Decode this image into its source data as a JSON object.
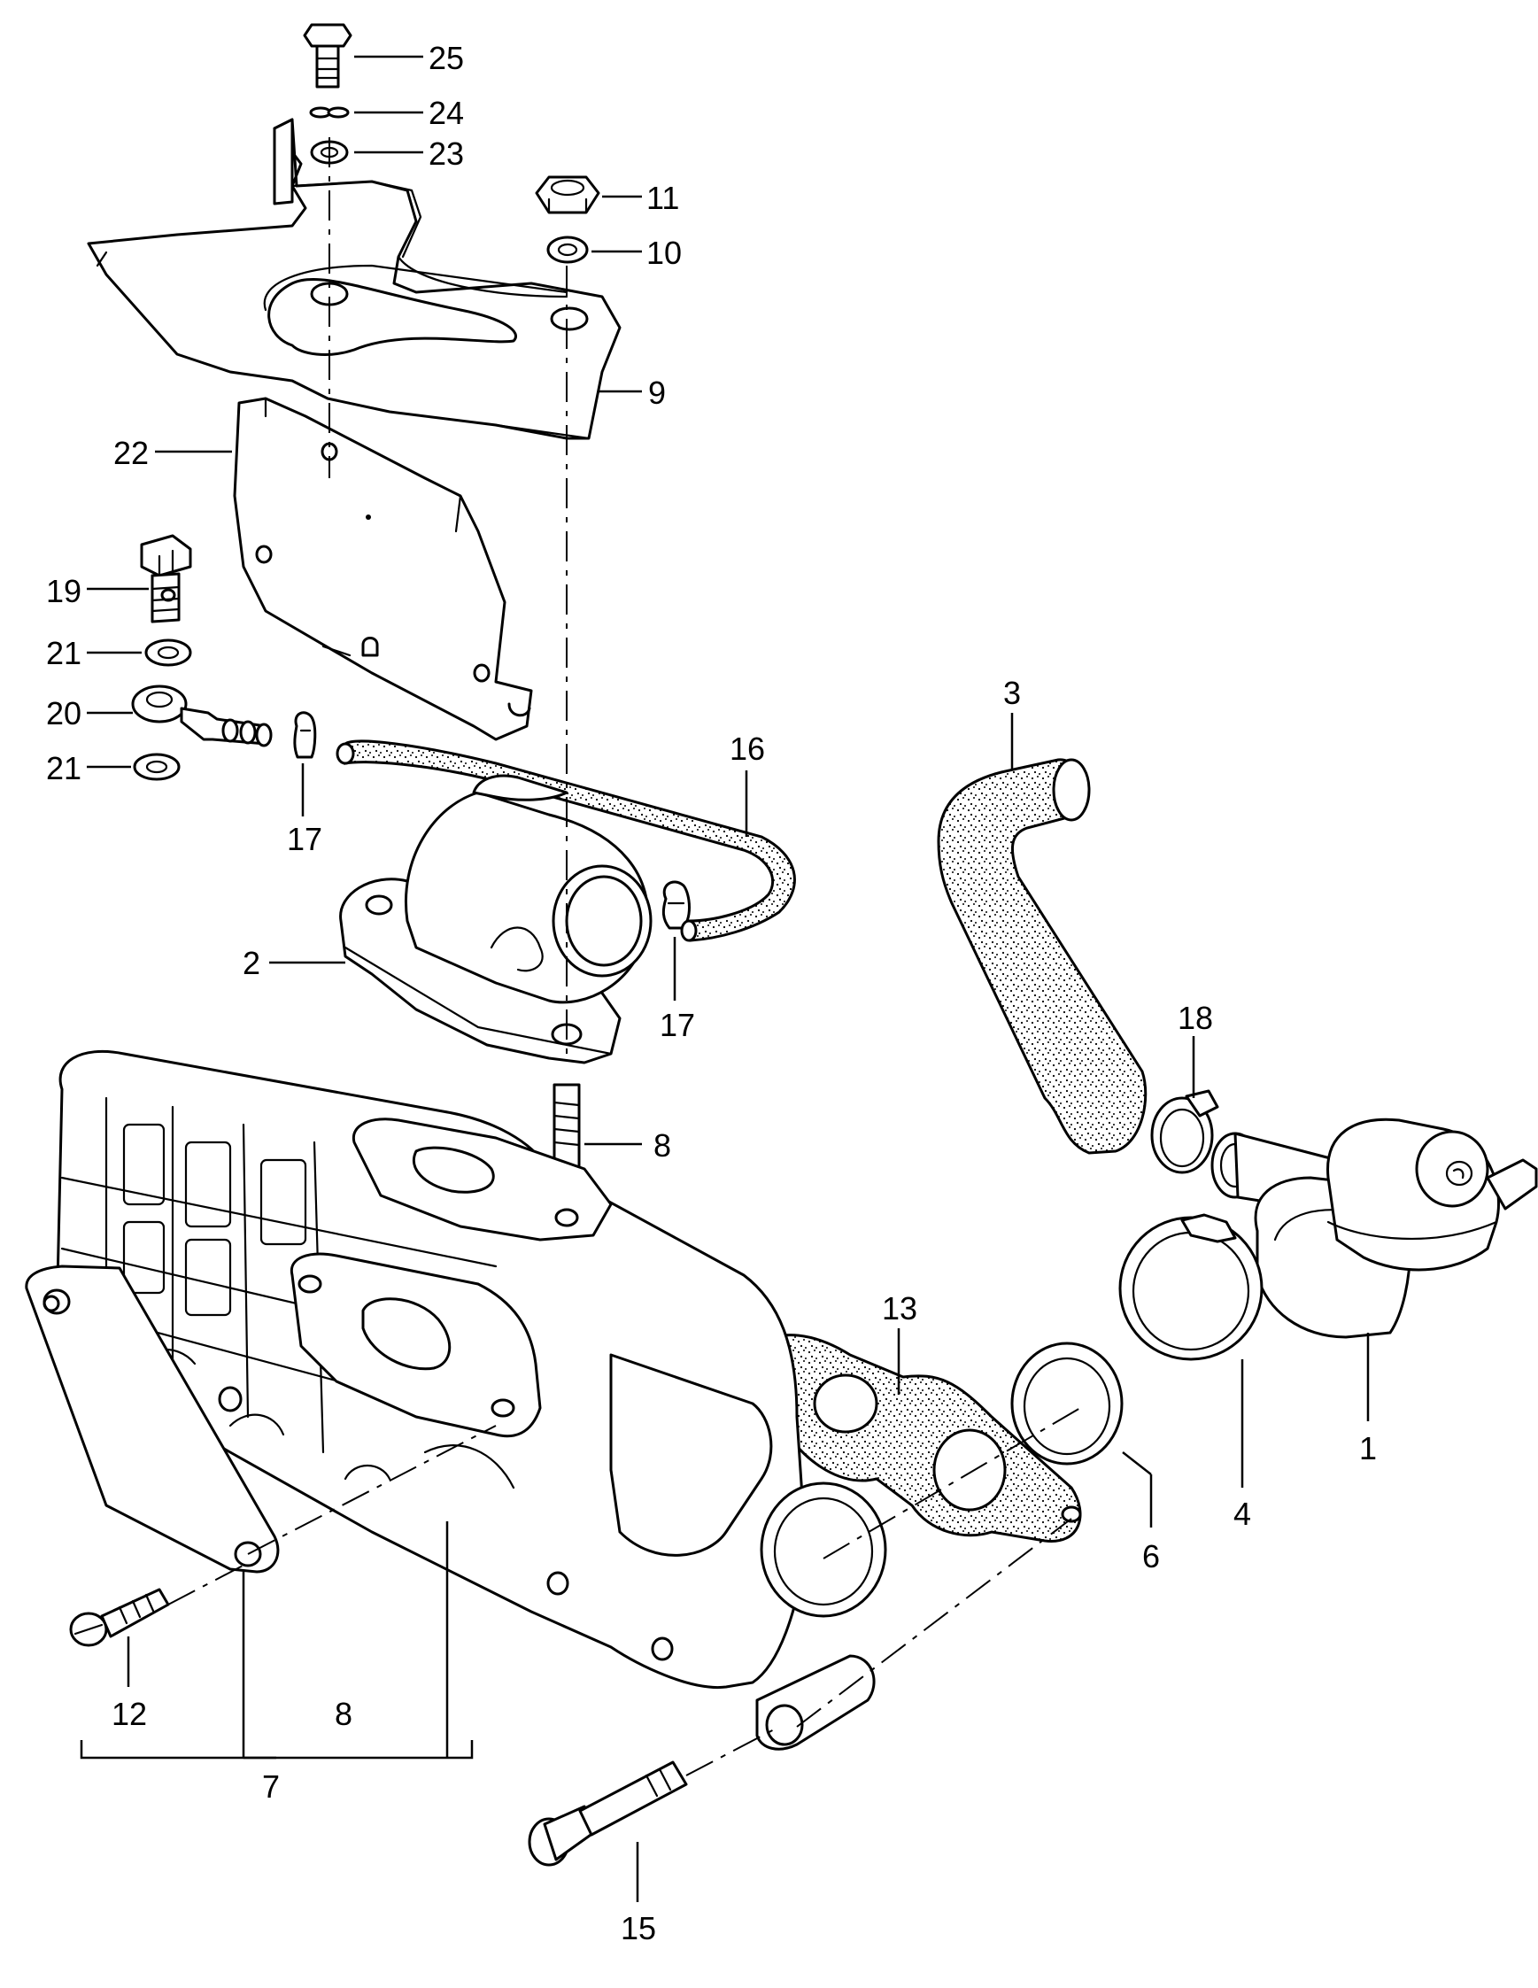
{
  "diagram": {
    "labels": [
      {
        "id": "25",
        "text": "25"
      },
      {
        "id": "24",
        "text": "24"
      },
      {
        "id": "23",
        "text": "23"
      },
      {
        "id": "11",
        "text": "11"
      },
      {
        "id": "10",
        "text": "10"
      },
      {
        "id": "9",
        "text": "9"
      },
      {
        "id": "22",
        "text": "22"
      },
      {
        "id": "19",
        "text": "19"
      },
      {
        "id": "21a",
        "text": "21"
      },
      {
        "id": "20",
        "text": "20"
      },
      {
        "id": "21b",
        "text": "21"
      },
      {
        "id": "17a",
        "text": "17"
      },
      {
        "id": "16",
        "text": "16"
      },
      {
        "id": "3",
        "text": "3"
      },
      {
        "id": "2",
        "text": "2"
      },
      {
        "id": "17b",
        "text": "17"
      },
      {
        "id": "18",
        "text": "18"
      },
      {
        "id": "8a",
        "text": "8"
      },
      {
        "id": "13",
        "text": "13"
      },
      {
        "id": "1",
        "text": "1"
      },
      {
        "id": "4",
        "text": "4"
      },
      {
        "id": "6",
        "text": "6"
      },
      {
        "id": "12",
        "text": "12"
      },
      {
        "id": "8b",
        "text": "8"
      },
      {
        "id": "7",
        "text": "7"
      },
      {
        "id": "15",
        "text": "15"
      }
    ]
  }
}
